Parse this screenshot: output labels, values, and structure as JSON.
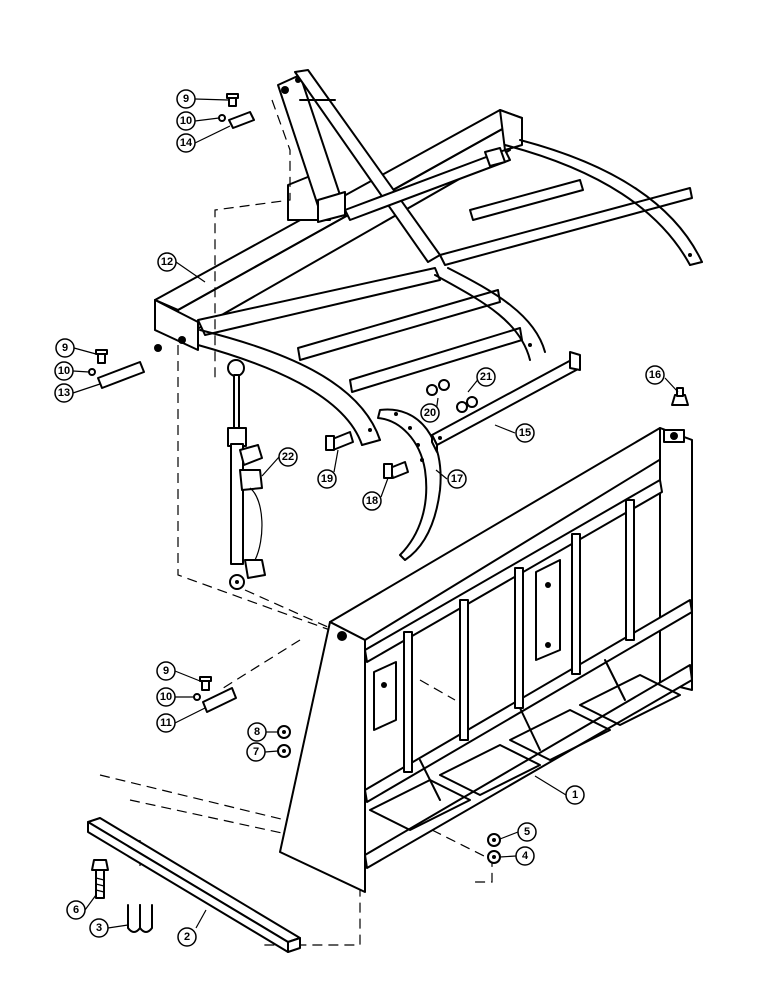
{
  "callouts": [
    {
      "id": "c9a",
      "label": "9"
    },
    {
      "id": "c10a",
      "label": "10"
    },
    {
      "id": "c14",
      "label": "14"
    },
    {
      "id": "c12",
      "label": "12"
    },
    {
      "id": "c9b",
      "label": "9"
    },
    {
      "id": "c10b",
      "label": "10"
    },
    {
      "id": "c13",
      "label": "13"
    },
    {
      "id": "c22",
      "label": "22"
    },
    {
      "id": "c19",
      "label": "19"
    },
    {
      "id": "c18",
      "label": "18"
    },
    {
      "id": "c17",
      "label": "17"
    },
    {
      "id": "c21",
      "label": "21"
    },
    {
      "id": "c20",
      "label": "20"
    },
    {
      "id": "c15",
      "label": "15"
    },
    {
      "id": "c16",
      "label": "16"
    },
    {
      "id": "c9c",
      "label": "9"
    },
    {
      "id": "c10c",
      "label": "10"
    },
    {
      "id": "c11",
      "label": "11"
    },
    {
      "id": "c8",
      "label": "8"
    },
    {
      "id": "c7",
      "label": "7"
    },
    {
      "id": "c1",
      "label": "1"
    },
    {
      "id": "c5",
      "label": "5"
    },
    {
      "id": "c4",
      "label": "4"
    },
    {
      "id": "c6",
      "label": "6"
    },
    {
      "id": "c3",
      "label": "3"
    },
    {
      "id": "c2",
      "label": "2"
    }
  ]
}
